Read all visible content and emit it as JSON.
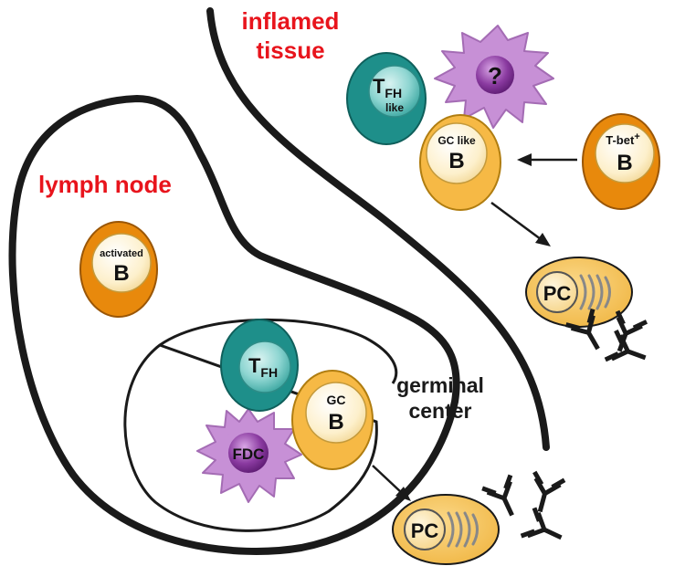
{
  "labels": {
    "inflamed_tissue_line1": "inflamed",
    "inflamed_tissue_line2": "tissue",
    "lymph_node": "lymph node",
    "germinal_center_line1": "germinal",
    "germinal_center_line2": "center"
  },
  "cells": {
    "tfh_like": {
      "main": "T",
      "sub": "FH",
      "line2": "like"
    },
    "dc_question": "?",
    "gc_like_b": {
      "line1": "GC like",
      "line2": "B"
    },
    "tbet_b": {
      "line1": "T-bet",
      "sup": "+",
      "line2": "B"
    },
    "activated_b": {
      "line1": "activated",
      "line2": "B"
    },
    "tfh": {
      "main": "T",
      "sub": "FH"
    },
    "gc_b": {
      "line1": "GC",
      "line2": "B"
    },
    "fdc": "FDC",
    "pc_tissue": "PC",
    "pc_node": "PC"
  },
  "colors": {
    "label_red": "#e8141c",
    "tfh_teal": "#1e8f8a",
    "tfh_core": "#7fd0cc",
    "b_orange": "#e8890c",
    "b_yellow": "#f6b945",
    "b_core": "#fbedc4",
    "dc_purple": "#c790d6",
    "dc_core": "#7b2a91",
    "pc_fill": "#f6c65a",
    "antibody": "#1a1a1a"
  }
}
